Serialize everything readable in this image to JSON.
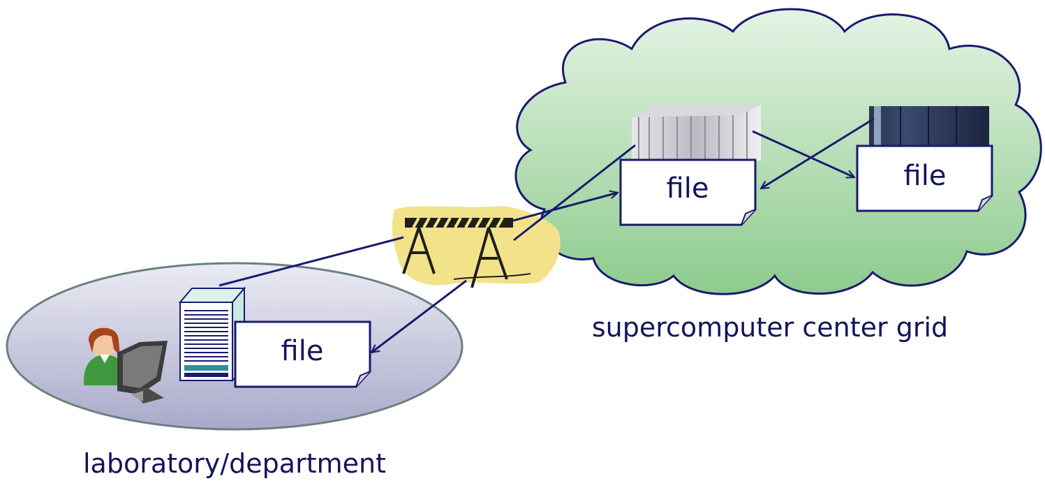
{
  "labels": {
    "lab": "laboratory/department",
    "grid": "supercomputer center grid"
  },
  "files": {
    "lab_file": "file",
    "super1_file": "file",
    "super2_file": "file"
  },
  "colors": {
    "text": "#14145c",
    "arrow": "#1a1a6e",
    "cloud_top": "#e3f2e3",
    "cloud_bottom": "#8fcc8f",
    "ellipse_top": "#e8e8f2",
    "ellipse_bottom": "#a9aacb",
    "barricade_bg": "#f2e28a"
  },
  "icons": {
    "user": "user-at-computer-icon",
    "workstation": "server-tower-icon",
    "barrier": "barricade-icon",
    "supercomputer_1": "supercomputer-rack-icon",
    "supercomputer_2": "supercomputer-cabinet-icon"
  }
}
